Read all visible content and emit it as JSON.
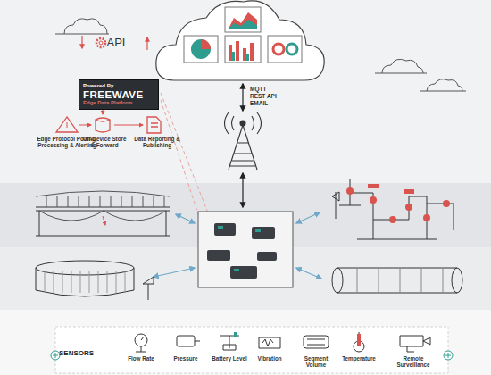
{
  "diagram": {
    "nodes": [
      {
        "text": [
          "Powered By",
          "FREEWAVE",
          "Edge Data Platform"
        ]
      },
      {
        "text": [
          "SENSORS"
        ]
      }
    ],
    "labels": [
      "API",
      "Edge Protocol Polling, Processing & Alerting",
      "On-Device Store & Forward",
      "Data Reporting & Publishing",
      "MQTT",
      "REST API",
      "EMAIL",
      "Flow Rate",
      "Pressure",
      "Battery Level",
      "Vibration",
      "Segment Volume",
      "Temperature",
      "Remote Surveillance"
    ]
  }
}
